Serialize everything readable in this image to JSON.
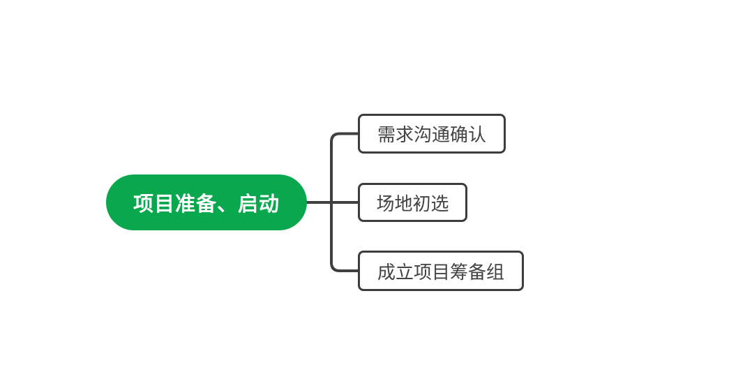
{
  "mindmap": {
    "root": {
      "label": "项目准备、启动"
    },
    "children": [
      {
        "label": "需求沟通确认"
      },
      {
        "label": "场地初选"
      },
      {
        "label": "成立项目筹备组"
      }
    ],
    "colors": {
      "background": "#ffffff",
      "root_fill": "#0aa84e",
      "root_text": "#ffffff",
      "connector": "#3f3f3f",
      "child_border": "#3d3d3d",
      "child_text": "#434343",
      "child_fill": "#ffffff"
    }
  }
}
